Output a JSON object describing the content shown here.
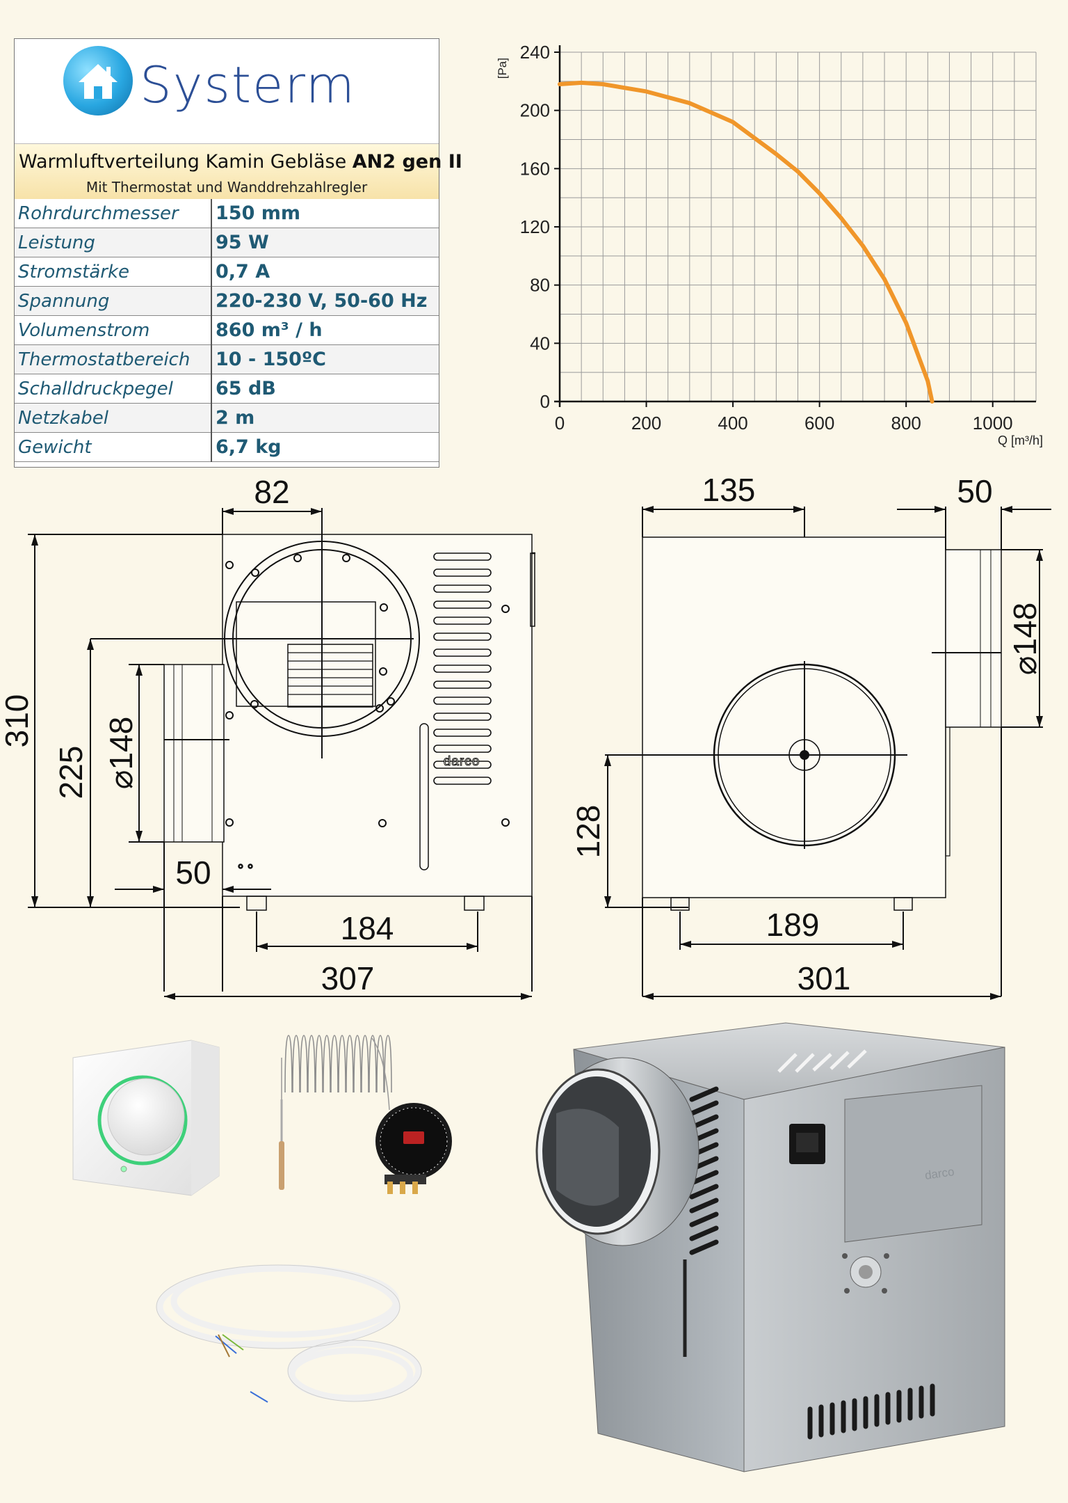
{
  "brand": {
    "name": "Systerm"
  },
  "product": {
    "title_prefix": "Warmluftverteilung Kamin Gebläse ",
    "title_model": "AN2 gen II",
    "subtitle": "Mit Thermostat und Wanddrehzahlregler"
  },
  "specs": [
    {
      "label": "Rohrdurchmesser",
      "value": "150 mm"
    },
    {
      "label": "Leistung",
      "value": "95 W"
    },
    {
      "label": "Stromstärke",
      "value": "0,7 A"
    },
    {
      "label": "Spannung",
      "value": "220-230 V, 50-60 Hz"
    },
    {
      "label": "Volumenstrom",
      "value": "860 m³ / h"
    },
    {
      "label": "Thermostatbereich",
      "value": "10 - 150ºC"
    },
    {
      "label": "Schalldruckpegel",
      "value": "65 dB"
    },
    {
      "label": "Netzkabel",
      "value": "2 m"
    },
    {
      "label": "Gewicht",
      "value": "6,7 kg"
    }
  ],
  "chart_data": {
    "type": "line",
    "title": "",
    "xlabel": "Q [m³/h]",
    "ylabel": "[Pa]",
    "xlim": [
      0,
      1100
    ],
    "ylim": [
      0,
      240
    ],
    "xticks": [
      "0",
      "200",
      "400",
      "600",
      "800",
      "1000"
    ],
    "yticks": [
      "0",
      "40",
      "80",
      "120",
      "160",
      "200",
      "240"
    ],
    "grid": true,
    "series": [
      {
        "color": "#f0962a",
        "x": [
          0,
          50,
          100,
          200,
          300,
          400,
          500,
          550,
          600,
          650,
          700,
          750,
          800,
          830,
          850,
          860
        ],
        "y": [
          218,
          219,
          218,
          213,
          205,
          192,
          170,
          158,
          143,
          126,
          107,
          84,
          54,
          30,
          14,
          0
        ]
      }
    ]
  },
  "drawing_left": {
    "dims": [
      "82",
      "310",
      "225",
      "⌀148",
      "50",
      "184",
      "307"
    ],
    "brand_mark": "darco"
  },
  "drawing_right": {
    "dims": [
      "135",
      "50",
      "⌀148",
      "128",
      "189",
      "301"
    ]
  },
  "photos": {
    "controller_icon": "rotary-speed-controller",
    "thermostat_icon": "capillary-thermostat",
    "cable_icon": "power-cable",
    "unit_icon": "fan-unit",
    "unit_brand": "darco",
    "accent_color": "#3ed07a"
  }
}
